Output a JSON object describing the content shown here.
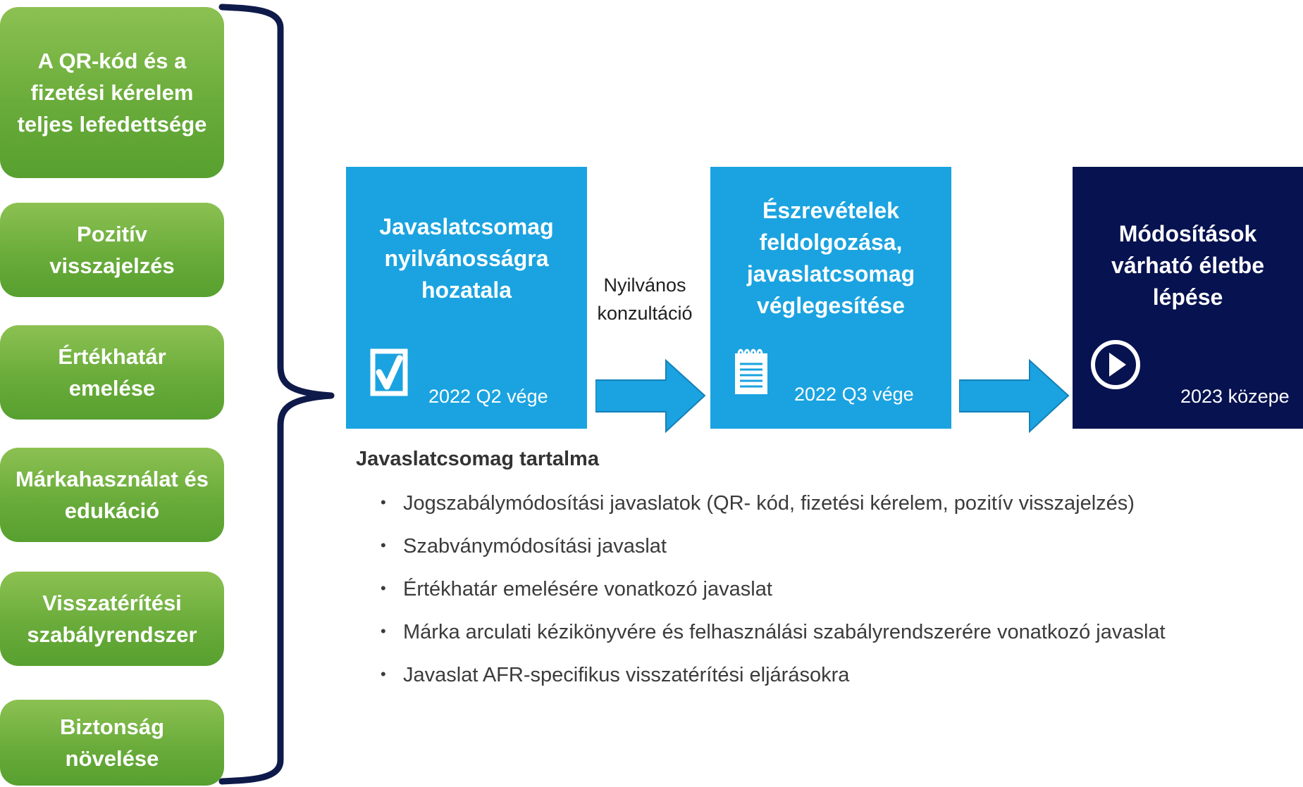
{
  "goals": [
    {
      "label": "A QR-kód és a fizetési kérelem teljes lefedettsége"
    },
    {
      "label": "Pozitív visszajelzés"
    },
    {
      "label": "Értékhatár emelése"
    },
    {
      "label": "Márkahasználat és edukáció"
    },
    {
      "label": "Visszatérítési szabályrendszer"
    },
    {
      "label": "Biztonság növelése"
    }
  ],
  "stages": [
    {
      "title": "Javaslatcsomag nyilvánosságra hozatala",
      "date": "2022 Q2 vége",
      "icon": "checkbox-icon",
      "color": "#1aa3e0"
    },
    {
      "title": "Észrevételek feldolgozása, javaslatcsomag véglegesítése",
      "date": "2022 Q3 vége",
      "icon": "notepad-icon",
      "color": "#1aa3e0"
    },
    {
      "title": "Módosítások várható életbe lépése",
      "date": "2023 közepe",
      "icon": "play-icon",
      "color": "#071250"
    }
  ],
  "arrow_label": "Nyilvános konzultáció",
  "package": {
    "heading": "Javaslatcsomag tartalma",
    "items": [
      "Jogszabálymódosítási javaslatok (QR- kód, fizetési kérelem, pozitív visszajelzés)",
      "Szabványmódosítási javaslat",
      "Értékhatár emelésére vonatkozó javaslat",
      "Márka arculati kézikönyvére és felhasználási szabályrendszerére vonatkozó javaslat",
      "Javaslat AFR-specifikus visszatérítési eljárásokra"
    ]
  },
  "colors": {
    "green": "#6aac3b",
    "blue": "#1aa3e0",
    "navy": "#071250",
    "brace": "#0e1a4a"
  }
}
